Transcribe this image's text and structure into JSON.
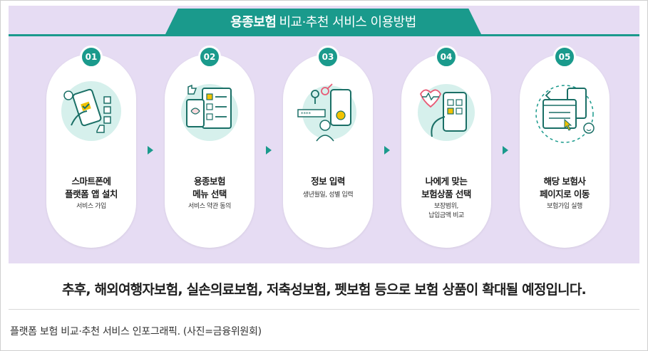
{
  "banner": {
    "title_bold": "용종보험",
    "title_rest": "비교·추천 서비스 이용방법"
  },
  "steps": [
    {
      "num": "01",
      "line1": "스마트폰에",
      "line2": "플랫폼 앱 설치",
      "sub1": "서비스 가입",
      "sub2": "",
      "icon": "phone-install-icon"
    },
    {
      "num": "02",
      "line1": "용종보험",
      "line2": "메뉴 선택",
      "sub1": "서비스 약관 동의",
      "sub2": "",
      "icon": "checklist-menu-icon"
    },
    {
      "num": "03",
      "line1": "정보 입력",
      "line2": "",
      "sub1": "생년월일, 성별 입력",
      "sub2": "",
      "icon": "profile-input-icon"
    },
    {
      "num": "04",
      "line1": "나에게 맞는",
      "line2": "보험상품 선택",
      "sub1": "보장범위,",
      "sub2": "납입금액 비교",
      "icon": "select-product-icon"
    },
    {
      "num": "05",
      "line1": "해당 보험사",
      "line2": "페이지로 이동",
      "sub1": "보험가입 실행",
      "sub2": "",
      "icon": "redirect-page-icon"
    }
  ],
  "headline": "추후, 해외여행자보험, 실손의료보험, 저축성보험, 펫보험 등으로 보험 상품이 확대될 예정입니다.",
  "caption": "플랫폼 보험 비교·추천 서비스 인포그래픽. (사진=금융위원회)",
  "colors": {
    "accent": "#1a9a8c",
    "background": "#e6dcf3",
    "highlight": "#f2c200"
  }
}
